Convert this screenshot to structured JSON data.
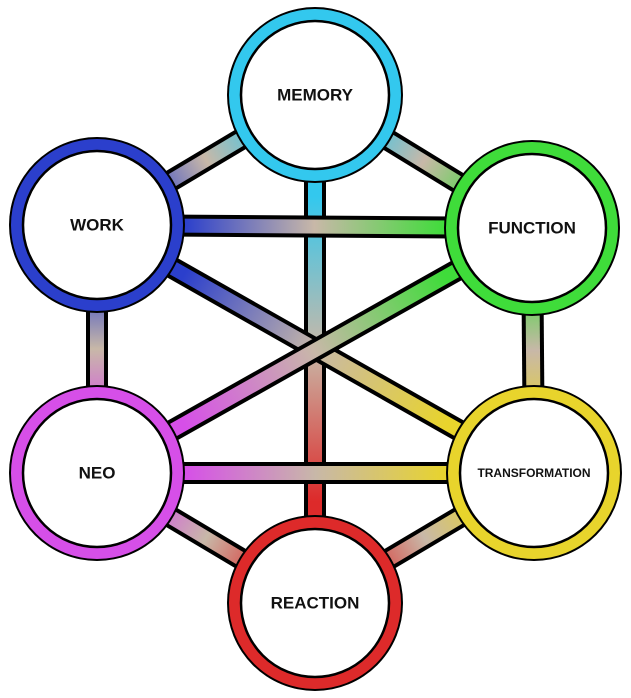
{
  "nodes": [
    {
      "id": "memory",
      "label": "MEMORY",
      "color": "#33c8ee"
    },
    {
      "id": "work",
      "label": "WORK",
      "color": "#2b3fcc"
    },
    {
      "id": "function",
      "label": "FUNCTION",
      "color": "#3fdc3a"
    },
    {
      "id": "neo",
      "label": "NEO",
      "color": "#d64fe8"
    },
    {
      "id": "transformation",
      "label": "TRANSFORMATION",
      "color": "#e8d42c"
    },
    {
      "id": "reaction",
      "label": "REACTION",
      "color": "#dd2a2a"
    }
  ],
  "edges": [
    [
      "memory",
      "work"
    ],
    [
      "memory",
      "function"
    ],
    [
      "memory",
      "reaction"
    ],
    [
      "work",
      "function"
    ],
    [
      "work",
      "neo"
    ],
    [
      "work",
      "transformation"
    ],
    [
      "function",
      "transformation"
    ],
    [
      "function",
      "neo"
    ],
    [
      "neo",
      "transformation"
    ],
    [
      "neo",
      "reaction"
    ],
    [
      "transformation",
      "reaction"
    ]
  ]
}
